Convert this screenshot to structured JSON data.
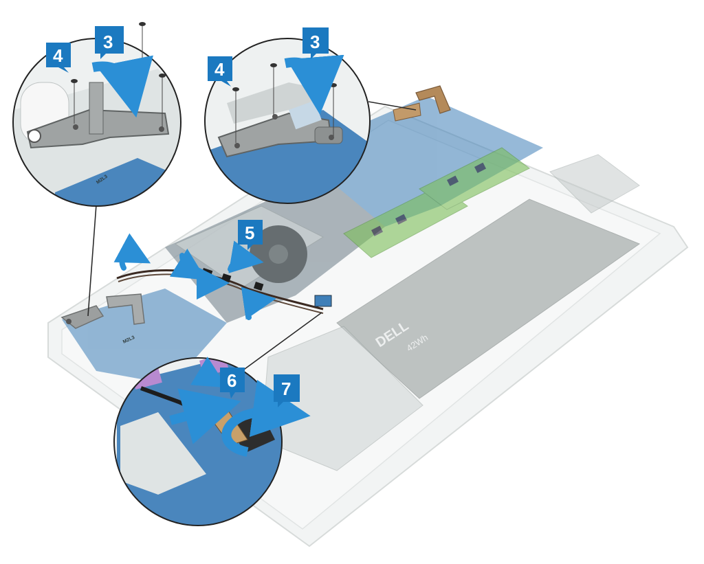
{
  "callouts": [
    {
      "id": "step-3-left",
      "label": "3"
    },
    {
      "id": "step-4-left",
      "label": "4"
    },
    {
      "id": "step-3-right",
      "label": "3"
    },
    {
      "id": "step-4-right",
      "label": "4"
    },
    {
      "id": "step-5",
      "label": "5"
    },
    {
      "id": "step-6",
      "label": "6"
    },
    {
      "id": "step-7",
      "label": "7"
    }
  ],
  "markings": {
    "left_inset_chip": "M2L3",
    "board_chip": "M2L3",
    "battery_brand": "DELL",
    "battery_capacity": "42Wh"
  },
  "colors": {
    "callout_blue": "#1b79c0",
    "arrow_blue": "#2b8fd6",
    "chassis": "#e9ecec",
    "board_blue": "#3f7fb8",
    "battery": "#8e9695",
    "cable": "#3b2a22"
  },
  "icons": [
    "screw-icon",
    "curved-arrow-icon",
    "straight-arrow-icon"
  ]
}
